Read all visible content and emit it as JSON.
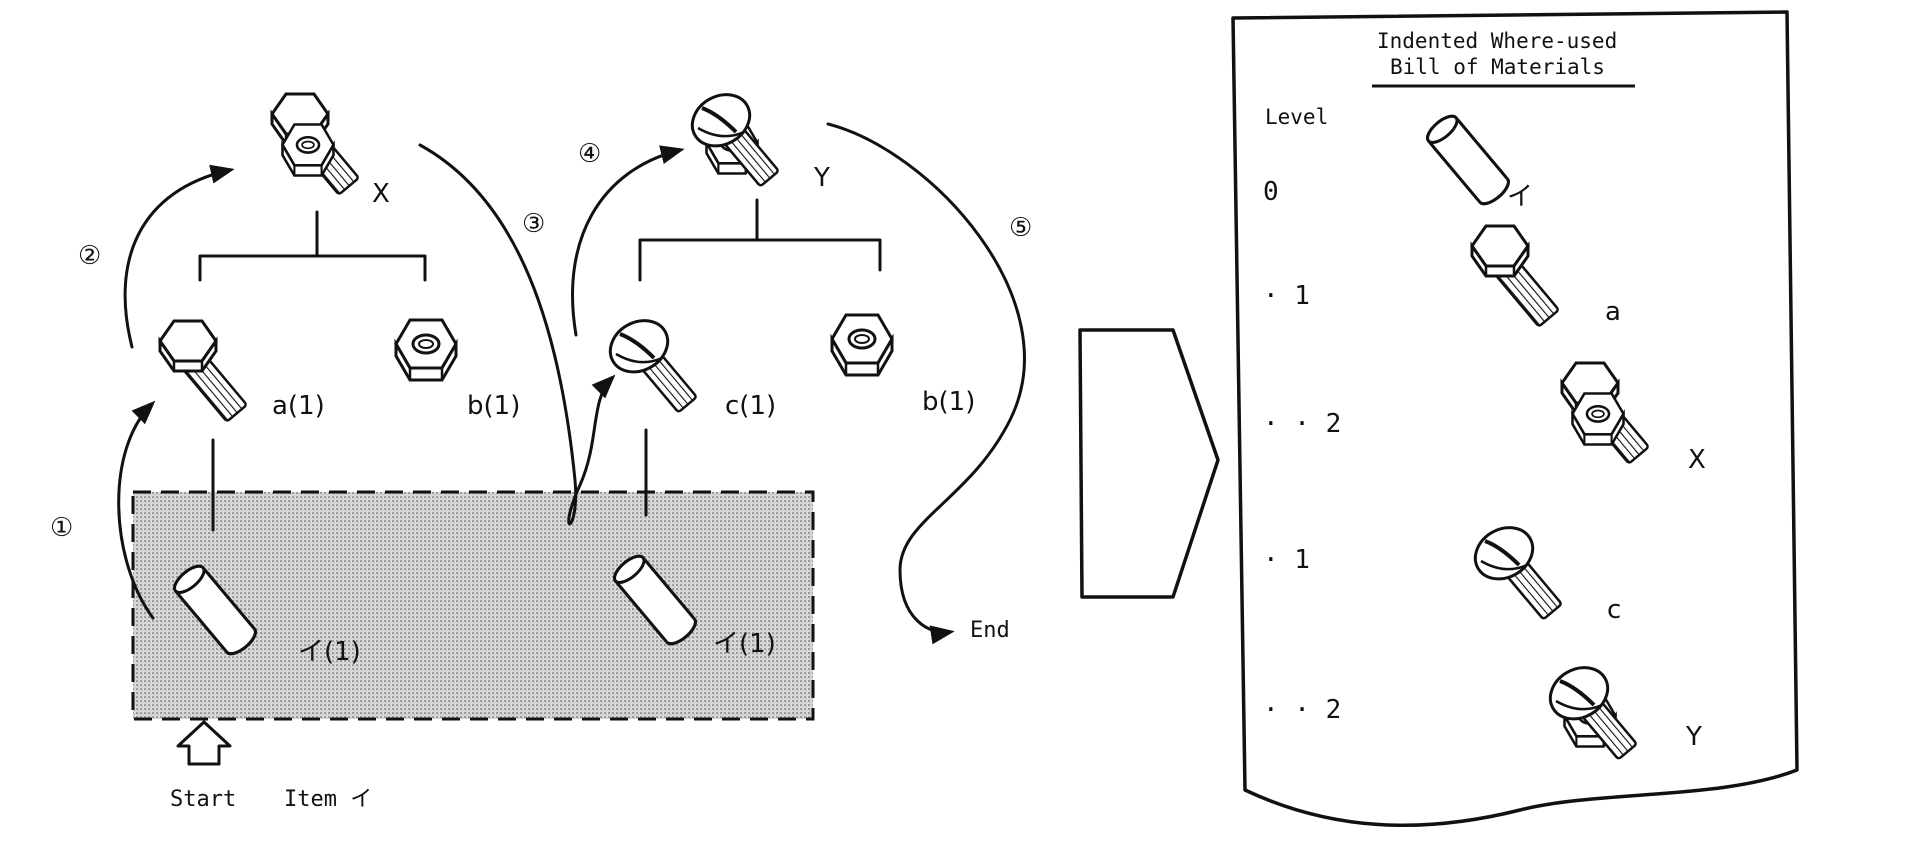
{
  "diagram": {
    "left": {
      "assembly_x_label": "X",
      "assembly_y_label": "Y",
      "part_a_label": "a(1)",
      "part_b1_label": "b(1)",
      "part_c_label": "c(1)",
      "part_b2_label": "b(1)",
      "item_i_label_1": "イ(1)",
      "item_i_label_2": "イ(1)",
      "step_1": "①",
      "step_2": "②",
      "step_3": "③",
      "step_4": "④",
      "step_5": "⑤",
      "end_label": "End",
      "start_label": "Start",
      "item_label": "Item イ"
    },
    "report": {
      "title_line1": "Indented Where-used",
      "title_line2": "Bill of Materials",
      "level_header": "Level",
      "rows": [
        {
          "level": "0",
          "name": "イ"
        },
        {
          "level": "· 1",
          "name": "a"
        },
        {
          "level": "· · 2",
          "name": "X"
        },
        {
          "level": "· 1",
          "name": "c"
        },
        {
          "level": "· · 2",
          "name": "Y"
        }
      ]
    },
    "colors": {
      "ink": "#111111",
      "shade": "#cfcfcf",
      "paper": "#ffffff"
    }
  }
}
